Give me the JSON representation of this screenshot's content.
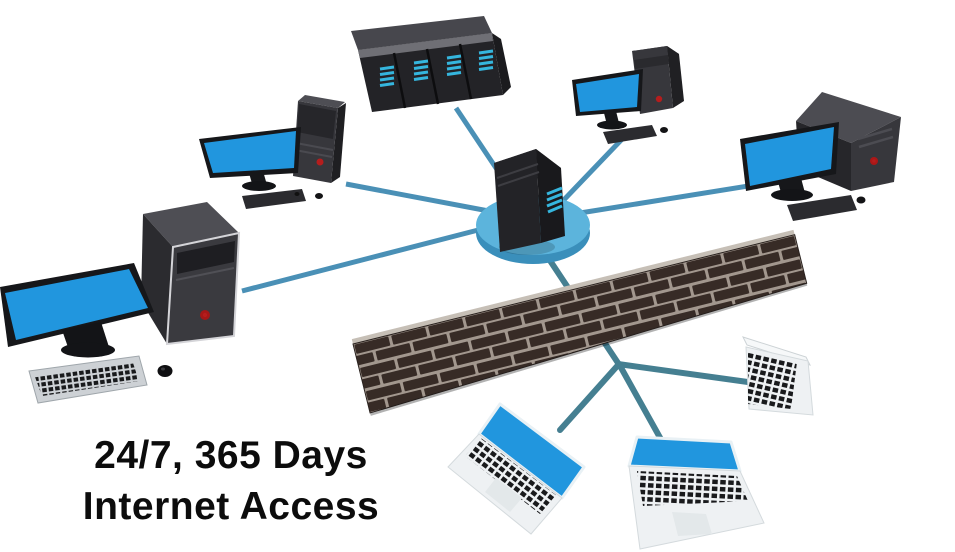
{
  "title": "Network illustration - 24/7, 365 Days Internet Access",
  "caption": {
    "line1": "24/7, 365 Days",
    "line2": "Internet Access"
  },
  "palette": {
    "background": "#ffffff",
    "link_blue": "#4a90b6",
    "link_teal": "#457f91",
    "hub_disc_top": "#5cb4dc",
    "hub_disc_side": "#3a8fbb",
    "screen_blue": "#2196de",
    "device_dark": "#232327",
    "device_mid": "#37373c",
    "device_top": "#4c4c52",
    "power_red": "#b51d1d",
    "vent_blue": "#35b6de",
    "brick": "#372b26",
    "mortar": "#a2978e",
    "wall_top_highlight": "#c6bfb6",
    "laptop_body": "#eef1f3",
    "key_dark": "#191a1c",
    "caption_text": "#0c0c0c"
  },
  "nodes": [
    {
      "id": "server-rack",
      "icon": "server-rack-icon"
    },
    {
      "id": "central-server",
      "icon": "server-tower-icon"
    },
    {
      "id": "hub-platform",
      "icon": "network-hub-disc-icon"
    },
    {
      "id": "workstation-top-left",
      "icon": "desktop-computer-icon"
    },
    {
      "id": "workstation-top-right",
      "icon": "desktop-computer-icon"
    },
    {
      "id": "workstation-right",
      "icon": "desktop-computer-icon"
    },
    {
      "id": "workstation-left",
      "icon": "desktop-computer-icon"
    },
    {
      "id": "firewall",
      "icon": "brick-wall-firewall-icon"
    },
    {
      "id": "laptop-bottom-left",
      "icon": "laptop-icon"
    },
    {
      "id": "laptop-bottom-middle",
      "icon": "laptop-icon"
    },
    {
      "id": "laptop-right",
      "icon": "laptop-icon"
    }
  ],
  "links": [
    {
      "from": "central-server",
      "to": "server-rack"
    },
    {
      "from": "central-server",
      "to": "workstation-top-right"
    },
    {
      "from": "central-server",
      "to": "workstation-right"
    },
    {
      "from": "central-server",
      "to": "workstation-top-left"
    },
    {
      "from": "central-server",
      "to": "workstation-left"
    },
    {
      "from": "central-server",
      "to": "laptop-junction"
    },
    {
      "from": "laptop-junction",
      "to": "laptop-right"
    },
    {
      "from": "laptop-junction",
      "to": "laptop-bottom-middle"
    },
    {
      "from": "laptop-junction",
      "to": "laptop-bottom-left"
    }
  ]
}
